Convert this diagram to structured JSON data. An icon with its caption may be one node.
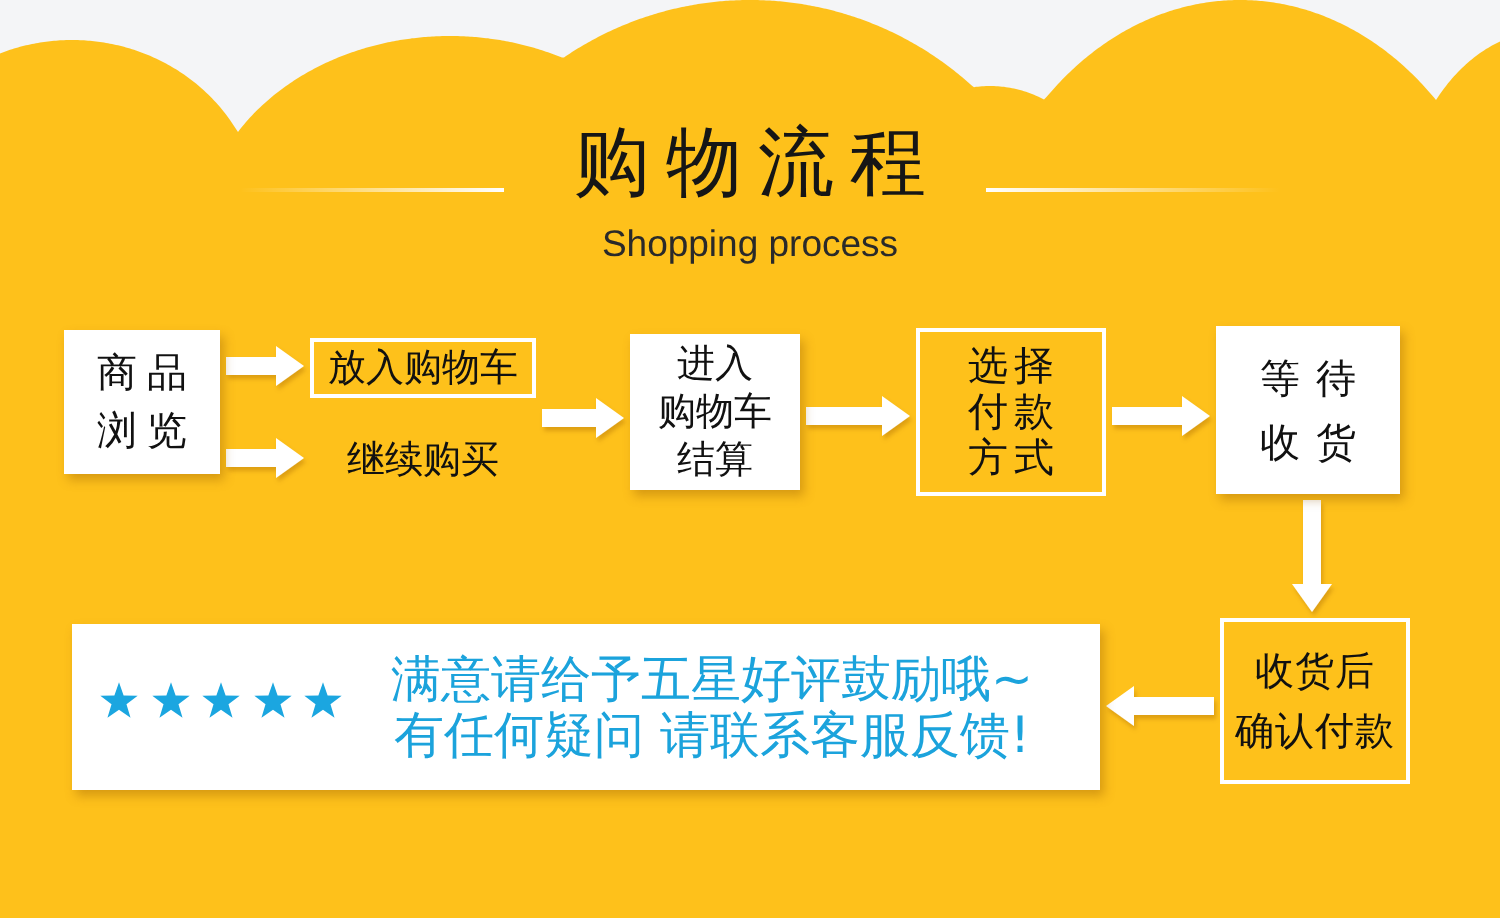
{
  "diagram": {
    "title": "购物流程",
    "nodes": [
      {
        "text": [
          "商品浏览"
        ]
      },
      {
        "text": [
          "放入购物车"
        ]
      },
      {
        "text": [
          "继续购买"
        ]
      },
      {
        "text": [
          "进入购物车结算"
        ]
      },
      {
        "text": [
          "选择付款方式"
        ]
      },
      {
        "text": [
          "等待收货"
        ]
      },
      {
        "text": [
          "收货后确认付款"
        ]
      },
      {
        "text": [
          "满意请给予五星好评鼓励哦~有任何疑问 请联系客服反馈!"
        ]
      }
    ],
    "edges": [
      {
        "from": 0,
        "to": 1,
        "arrow": "to"
      },
      {
        "from": 0,
        "to": 2,
        "arrow": "to"
      },
      {
        "from": 1,
        "to": 3,
        "arrow": "to"
      },
      {
        "from": 3,
        "to": 4,
        "arrow": "to"
      },
      {
        "from": 4,
        "to": 5,
        "arrow": "to"
      },
      {
        "from": 5,
        "to": 6,
        "arrow": "to"
      },
      {
        "from": 6,
        "to": 7,
        "arrow": "to"
      }
    ],
    "labels": [
      "Shopping process"
    ]
  }
}
